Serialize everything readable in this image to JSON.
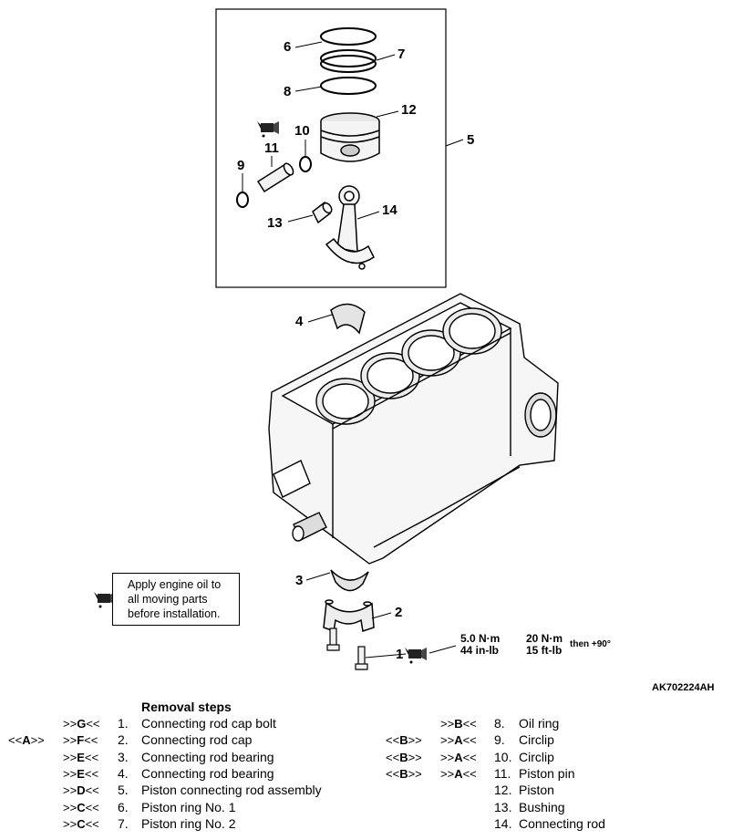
{
  "callouts": {
    "c1": "1",
    "c2": "2",
    "c3": "3",
    "c4": "4",
    "c5": "5",
    "c6": "6",
    "c7": "7",
    "c8": "8",
    "c9": "9",
    "c10": "10",
    "c11": "11",
    "c12": "12",
    "c13": "13",
    "c14": "14"
  },
  "note": {
    "line1": "Apply engine oil to",
    "line2": "all moving parts",
    "line3": "before installation."
  },
  "torque": {
    "a_line1": "5.0 N·m",
    "a_line2": "44 in-lb",
    "b_line1": "20 N·m",
    "b_line2": "15 ft-lb",
    "then": "then +90°"
  },
  "figure_code": "AK702224AH",
  "removal": {
    "heading": "Removal steps",
    "left_steps": [
      {
        "pre": "",
        "code": ">>G<<",
        "num": "1.",
        "label": "Connecting rod cap bolt"
      },
      {
        "pre": "<<A>>",
        "code": ">>F<<",
        "num": "2.",
        "label": "Connecting rod cap"
      },
      {
        "pre": "",
        "code": ">>E<<",
        "num": "3.",
        "label": "Connecting rod bearing"
      },
      {
        "pre": "",
        "code": ">>E<<",
        "num": "4.",
        "label": "Connecting rod bearing"
      },
      {
        "pre": "",
        "code": ">>D<<",
        "num": "5.",
        "label": "Piston connecting rod assembly"
      },
      {
        "pre": "",
        "code": ">>C<<",
        "num": "6.",
        "label": "Piston ring No. 1"
      },
      {
        "pre": "",
        "code": ">>C<<",
        "num": "7.",
        "label": "Piston ring No. 2"
      }
    ],
    "right_steps": [
      {
        "pre": "",
        "code": ">>B<<",
        "num": "8.",
        "label": "Oil ring"
      },
      {
        "pre": "<<B>>",
        "code": ">>A<<",
        "num": "9.",
        "label": "Circlip"
      },
      {
        "pre": "<<B>>",
        "code": ">>A<<",
        "num": "10.",
        "label": "Circlip"
      },
      {
        "pre": "<<B>>",
        "code": ">>A<<",
        "num": "11.",
        "label": "Piston pin"
      },
      {
        "pre": "",
        "code": "",
        "num": "12.",
        "label": "Piston"
      },
      {
        "pre": "",
        "code": "",
        "num": "13.",
        "label": "Bushing"
      },
      {
        "pre": "",
        "code": "",
        "num": "14.",
        "label": "Connecting rod"
      }
    ]
  }
}
